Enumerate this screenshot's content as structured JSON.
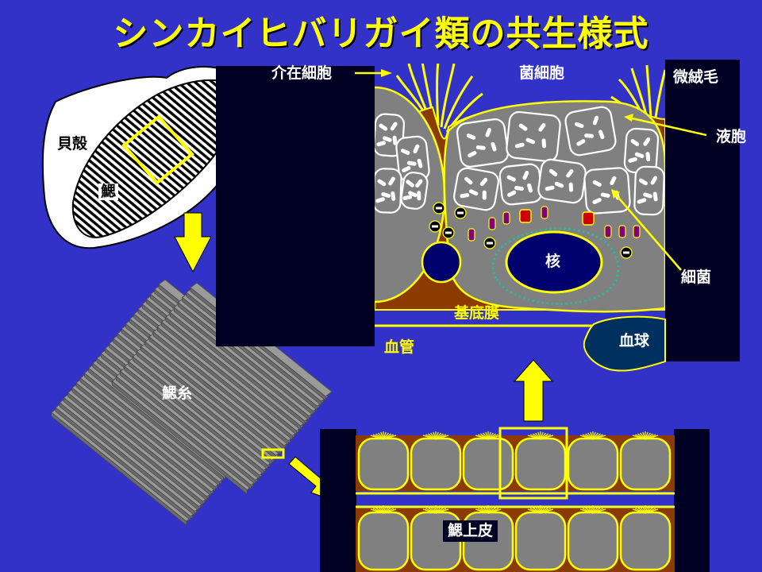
{
  "title": "シンカイヒバリガイ類の共生様式",
  "labels": {
    "shell": "貝殻",
    "gill": "鰓",
    "gill_filament": "鰓糸",
    "gill_epithelium": "鰓上皮",
    "intercalary_cell": "介在細胞",
    "bacteriocyte": "菌細胞",
    "microvilli": "微絨毛",
    "vacuole": "液胞",
    "bacteria": "細菌",
    "nucleus": "核",
    "basement_membrane": "基底膜",
    "blood_vessel": "血管",
    "blood_cell": "血球"
  },
  "colors": {
    "background": "#3232c8",
    "accent": "#ffff00",
    "tissue": "#8b3a00",
    "cell": "#808080",
    "panel": "#000022",
    "nucleus": "#00006e"
  },
  "icons": [
    "down-arrow-icon",
    "diagonal-arrow-icon",
    "up-arrow-icon"
  ]
}
